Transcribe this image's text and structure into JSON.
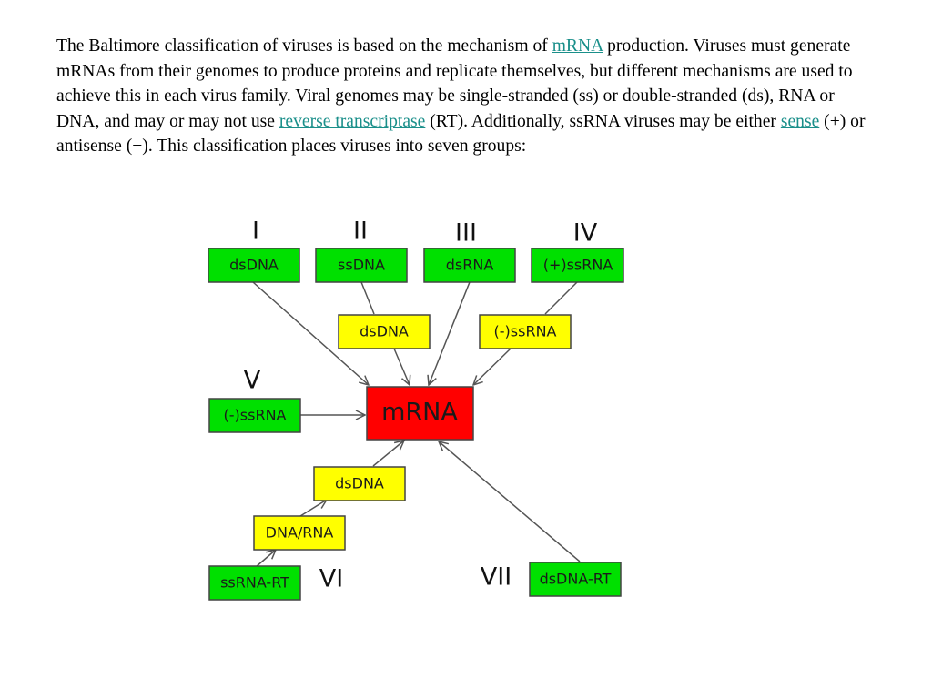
{
  "colors": {
    "text": "#000000",
    "link": "#1a8f8a",
    "green_box": "#00e000",
    "yellow_box": "#ffff00",
    "red_box": "#ff0000",
    "arrow": "#555555"
  },
  "intro": {
    "part1": "The Baltimore classification of viruses is based on the mechanism of ",
    "link_mrna": "mRNA",
    "part2": " production. Viruses must generate mRNAs from their genomes to produce proteins and replicate themselves, but different mechanisms are used to achieve this in each virus family. Viral genomes may be single-stranded (ss) or double-stranded (ds), RNA or DNA, and may or may not use ",
    "link_rt": "reverse transcriptase",
    "part3": " (RT). Additionally, ssRNA viruses may be either ",
    "link_sense": "sense",
    "part4": " (+) or antisense (−). This classification places viruses into seven groups:"
  },
  "diagram": {
    "numerals": {
      "g1": "I",
      "g2": "II",
      "g3": "III",
      "g4": "IV",
      "g5": "V",
      "g6": "VI",
      "g7": "VII"
    },
    "boxes": {
      "g1_genome": "dsDNA",
      "g2_genome": "ssDNA",
      "g3_genome": "dsRNA",
      "g4_genome": "(+)ssRNA",
      "g2_intermediate": "dsDNA",
      "g4_intermediate": "(-)ssRNA",
      "mrna": "mRNA",
      "g5_genome": "(-)ssRNA",
      "g6_intermediate_dsdna": "dsDNA",
      "g6_intermediate_dnarna": "DNA/RNA",
      "g6_genome": "ssRNA-RT",
      "g7_genome": "dsDNA-RT"
    }
  }
}
